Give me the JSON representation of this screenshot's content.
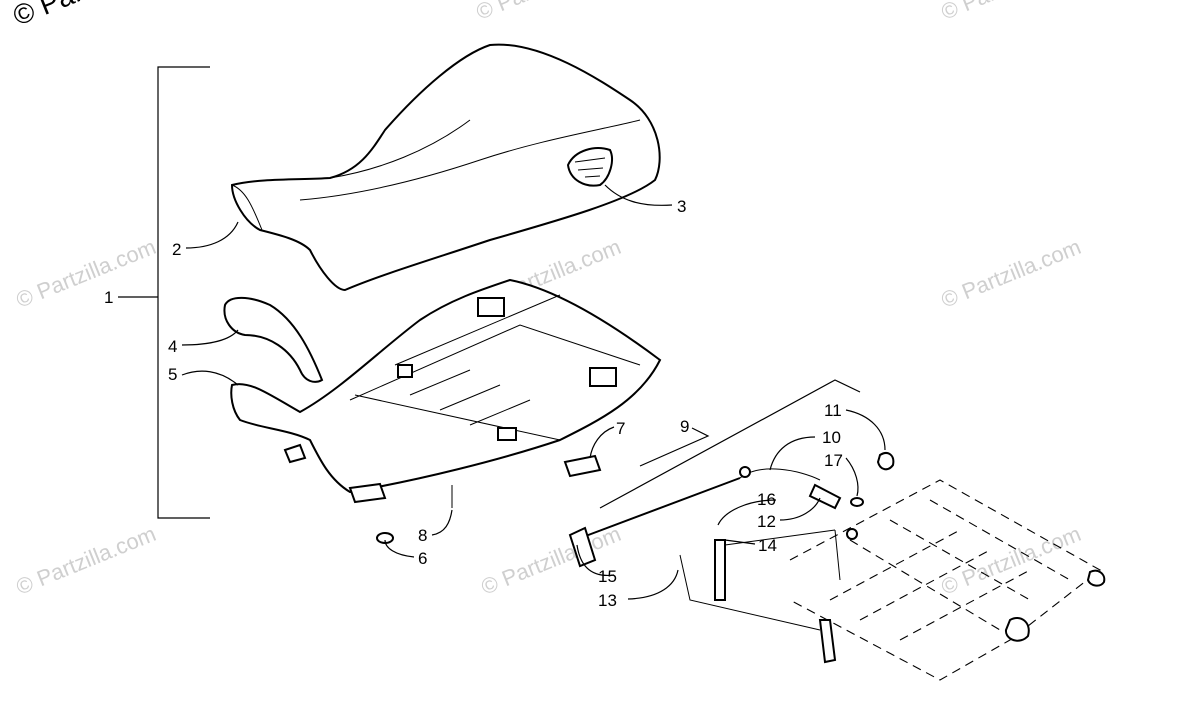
{
  "corner_mark": "© Par",
  "watermark": "© Partzilla.com",
  "callouts": {
    "c1": "1",
    "c2": "2",
    "c3": "3",
    "c4": "4",
    "c5": "5",
    "c6": "6",
    "c7": "7",
    "c8": "8",
    "c9": "9",
    "c10": "10",
    "c11": "11",
    "c12": "12",
    "c13": "13",
    "c14": "14",
    "c15": "15",
    "c16": "16",
    "c17": "17"
  }
}
